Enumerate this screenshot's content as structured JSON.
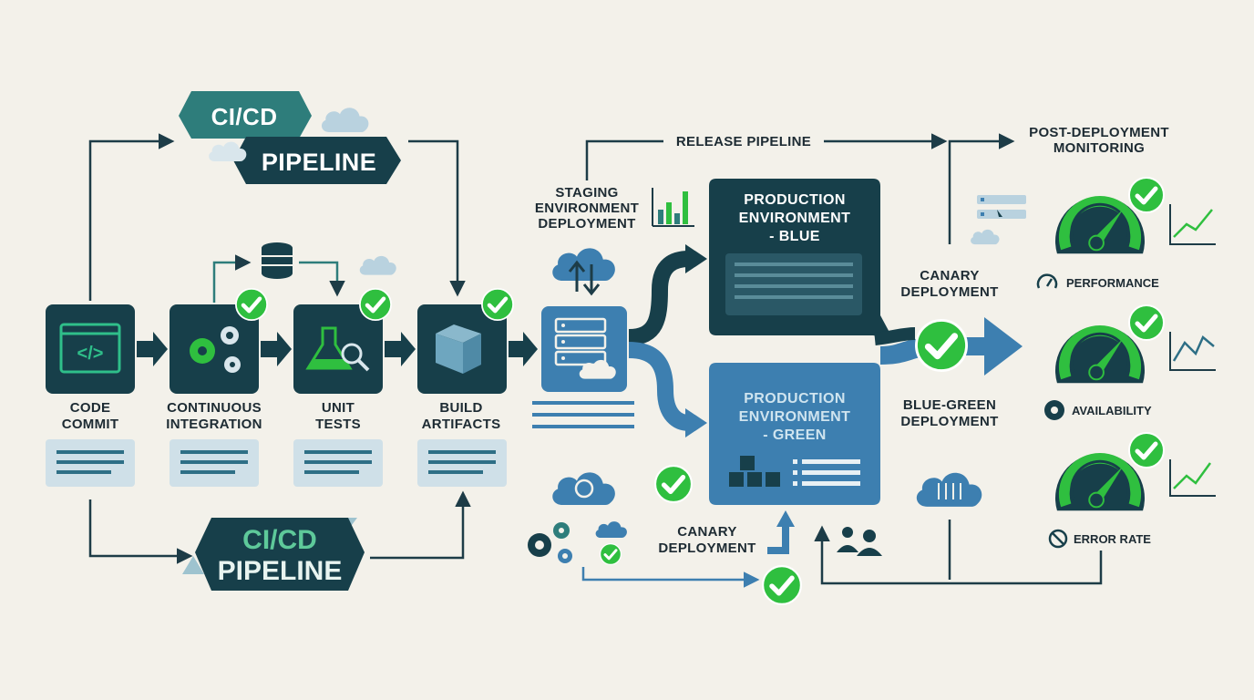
{
  "banner_top": {
    "line1": "CI/CD",
    "line2": "PIPELINE"
  },
  "banner_bottom": {
    "line1": "CI/CD",
    "line2": "PIPELINE"
  },
  "stages": [
    {
      "l1": "CODE",
      "l2": "COMMIT"
    },
    {
      "l1": "CONTINUOUS",
      "l2": "INTEGRATION"
    },
    {
      "l1": "UNIT",
      "l2": "TESTS"
    },
    {
      "l1": "BUILD",
      "l2": "ARTIFACTS"
    }
  ],
  "staging": {
    "l1": "STAGING",
    "l2": "ENVIRONMENT",
    "l3": "DEPLOYMENT"
  },
  "release_pipeline": "RELEASE PIPELINE",
  "prod_blue": {
    "l1": "PRODUCTION",
    "l2": "ENVIRONMENT",
    "l3": "- BLUE"
  },
  "prod_green": {
    "l1": "PRODUCTION",
    "l2": "ENVIRONMENT",
    "l3": "- GREEN"
  },
  "canary_top": {
    "l1": "CANARY",
    "l2": "DEPLOYMENT"
  },
  "blue_green": {
    "l1": "BLUE-GREEN",
    "l2": "DEPLOYMENT"
  },
  "canary_bottom": {
    "l1": "CANARY",
    "l2": "DEPLOYMENT"
  },
  "monitoring": {
    "title1": "POST-DEPLOYMENT",
    "title2": "MONITORING",
    "metrics": [
      "PERFORMANCE",
      "AVAILABILITY",
      "ERROR RATE"
    ]
  },
  "colors": {
    "dark": "#173f4a",
    "teal": "#2e7d7b",
    "blue": "#3d7fb0",
    "green": "#2fbf3f",
    "card": "#cfe0e8"
  }
}
